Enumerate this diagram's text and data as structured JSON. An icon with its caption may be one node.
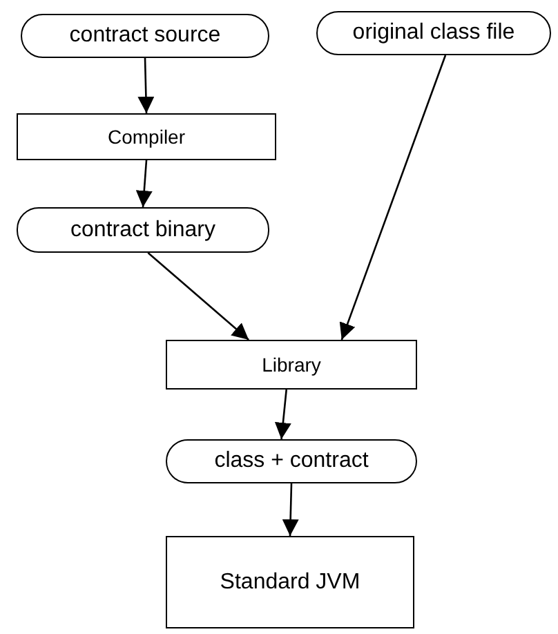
{
  "diagram": {
    "nodes": [
      {
        "text": [
          "contract source"
        ]
      },
      {
        "text": [
          "original class file"
        ]
      },
      {
        "text": [
          "Compiler"
        ]
      },
      {
        "text": [
          "contract binary"
        ]
      },
      {
        "text": [
          "Library"
        ]
      },
      {
        "text": [
          "class + contract"
        ]
      },
      {
        "text": [
          "Standard JVM"
        ]
      }
    ],
    "edges": [
      {
        "from": 0,
        "to": 2,
        "arrow": "to"
      },
      {
        "from": 2,
        "to": 3,
        "arrow": "to"
      },
      {
        "from": 3,
        "to": 4,
        "arrow": "to"
      },
      {
        "from": 1,
        "to": 4,
        "arrow": "to"
      },
      {
        "from": 4,
        "to": 5,
        "arrow": "to"
      },
      {
        "from": 5,
        "to": 6,
        "arrow": "to"
      }
    ]
  }
}
